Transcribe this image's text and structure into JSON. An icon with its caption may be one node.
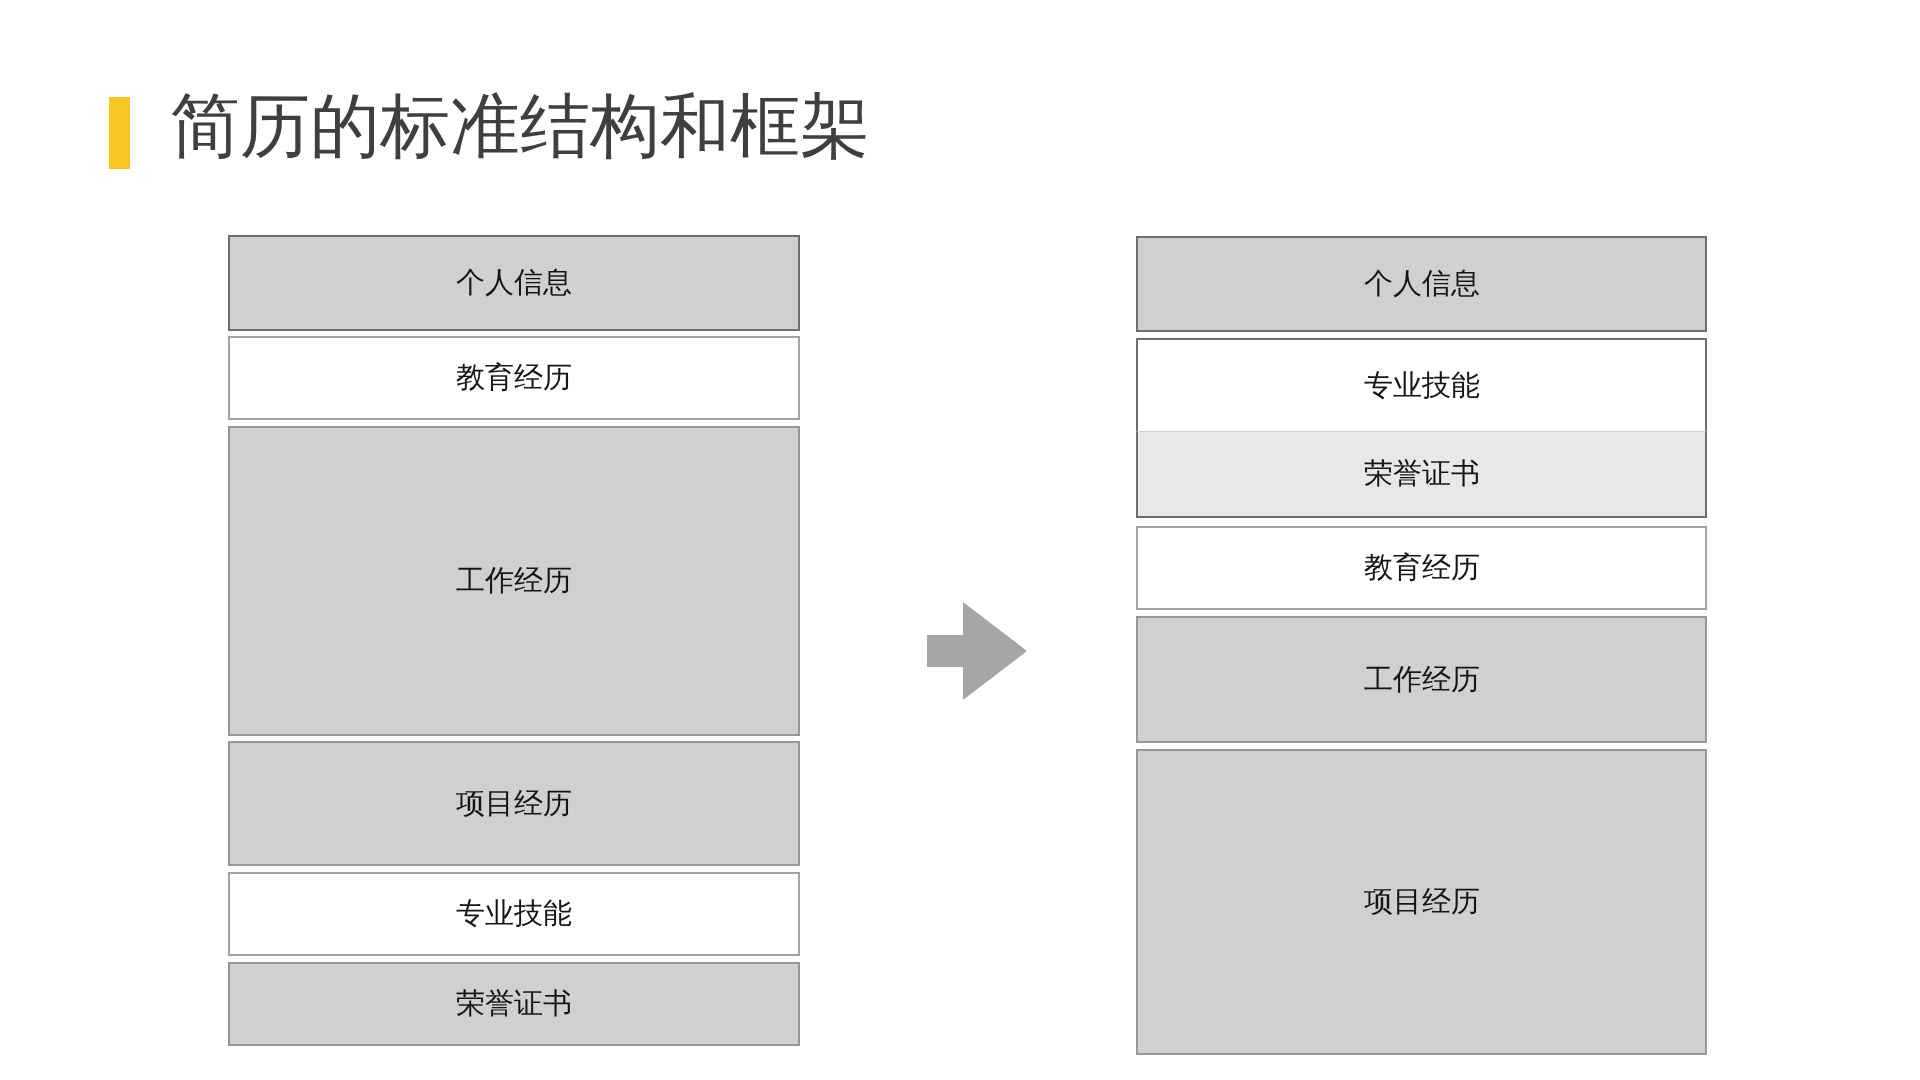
{
  "diagram": {
    "title": "简历的标准结构和框架",
    "nodes": [
      {
        "text": [
          "个人信息"
        ]
      },
      {
        "text": [
          "教育经历"
        ]
      },
      {
        "text": [
          "工作经历"
        ]
      },
      {
        "text": [
          "项目经历"
        ]
      },
      {
        "text": [
          "专业技能"
        ]
      },
      {
        "text": [
          "荣誉证书"
        ]
      },
      {
        "text": [
          "个人信息"
        ]
      },
      {
        "text": [
          "专业技能"
        ]
      },
      {
        "text": [
          "荣誉证书"
        ]
      },
      {
        "text": [
          "教育经历"
        ]
      },
      {
        "text": [
          "工作经历"
        ]
      },
      {
        "text": [
          "项目经历"
        ]
      }
    ]
  }
}
